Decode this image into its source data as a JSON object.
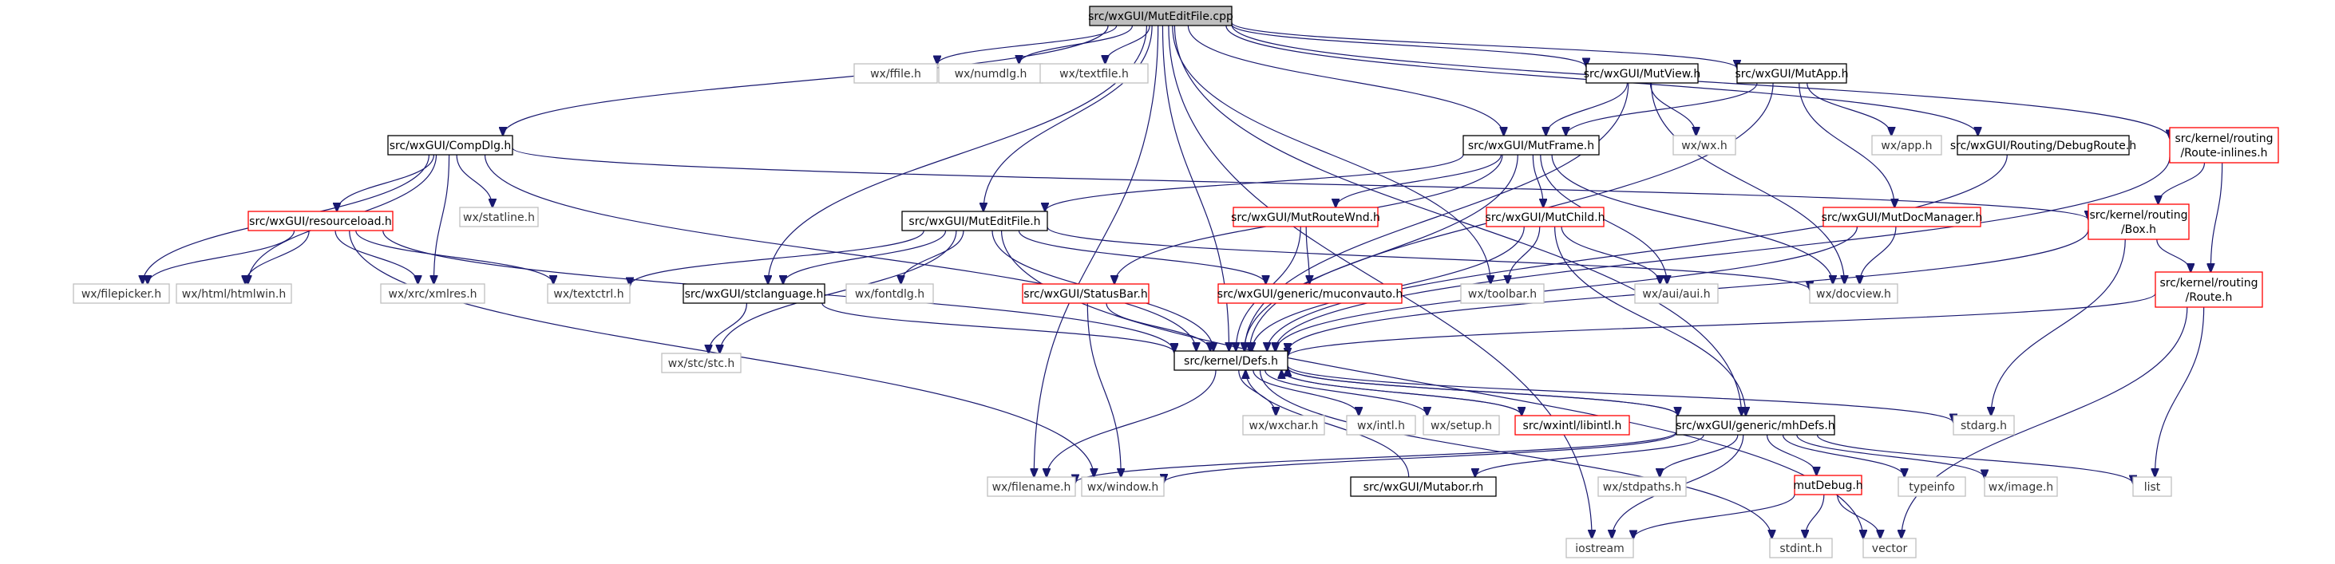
{
  "graph": {
    "nodes": [
      {
        "id": "root",
        "label": "src/wxGUI/MutEditFile.cpp",
        "kind": "focus"
      },
      {
        "id": "ffile",
        "label": "wx/ffile.h",
        "kind": "ext"
      },
      {
        "id": "numdlg",
        "label": "wx/numdlg.h",
        "kind": "ext"
      },
      {
        "id": "textfile",
        "label": "wx/textfile.h",
        "kind": "ext"
      },
      {
        "id": "mutview",
        "label": "src/wxGUI/MutView.h",
        "kind": "doc"
      },
      {
        "id": "mutapp",
        "label": "src/wxGUI/MutApp.h",
        "kind": "doc"
      },
      {
        "id": "compdlg",
        "label": "src/wxGUI/CompDlg.h",
        "kind": "doc"
      },
      {
        "id": "wxh",
        "label": "wx/wx.h",
        "kind": "ext"
      },
      {
        "id": "apph",
        "label": "wx/app.h",
        "kind": "ext"
      },
      {
        "id": "debugroute",
        "label": "src/wxGUI/Routing/DebugRoute.h",
        "kind": "doc"
      },
      {
        "id": "routeinl",
        "label": [
          "src/kernel/routing",
          "/Route-inlines.h"
        ],
        "kind": "undoc"
      },
      {
        "id": "mutframe",
        "label": "src/wxGUI/MutFrame.h",
        "kind": "doc"
      },
      {
        "id": "statline",
        "label": "wx/statline.h",
        "kind": "ext"
      },
      {
        "id": "resourceload",
        "label": "src/wxGUI/resourceload.h",
        "kind": "undoc"
      },
      {
        "id": "mutrouteWnd",
        "label": "src/wxGUI/MutRouteWnd.h",
        "kind": "undoc"
      },
      {
        "id": "mutchild",
        "label": "src/wxGUI/MutChild.h",
        "kind": "undoc"
      },
      {
        "id": "mutdocmgr",
        "label": "src/wxGUI/MutDocManager.h",
        "kind": "undoc"
      },
      {
        "id": "boxh",
        "label": [
          "src/kernel/routing",
          "/Box.h"
        ],
        "kind": "undoc"
      },
      {
        "id": "muteditfileh",
        "label": "src/wxGUI/MutEditFile.h",
        "kind": "doc"
      },
      {
        "id": "filepicker",
        "label": "wx/filepicker.h",
        "kind": "ext"
      },
      {
        "id": "htmlwin",
        "label": "wx/html/htmlwin.h",
        "kind": "ext"
      },
      {
        "id": "xmlres",
        "label": "wx/xrc/xmlres.h",
        "kind": "ext"
      },
      {
        "id": "textctrl",
        "label": "wx/textctrl.h",
        "kind": "ext"
      },
      {
        "id": "stclanguage",
        "label": "src/wxGUI/stclanguage.h",
        "kind": "doc"
      },
      {
        "id": "fontdlg",
        "label": "wx/fontdlg.h",
        "kind": "ext"
      },
      {
        "id": "statusbar",
        "label": "src/wxGUI/StatusBar.h",
        "kind": "undoc"
      },
      {
        "id": "muconvauto",
        "label": "src/wxGUI/generic/muconvauto.h",
        "kind": "undoc"
      },
      {
        "id": "toolbar",
        "label": "wx/toolbar.h",
        "kind": "ext"
      },
      {
        "id": "auih",
        "label": "wx/aui/aui.h",
        "kind": "ext"
      },
      {
        "id": "docview",
        "label": "wx/docview.h",
        "kind": "ext"
      },
      {
        "id": "routeh",
        "label": [
          "src/kernel/routing",
          "/Route.h"
        ],
        "kind": "undoc"
      },
      {
        "id": "stch",
        "label": "wx/stc/stc.h",
        "kind": "ext"
      },
      {
        "id": "defsh",
        "label": "src/kernel/Defs.h",
        "kind": "doc"
      },
      {
        "id": "wxchar",
        "label": "wx/wxchar.h",
        "kind": "ext"
      },
      {
        "id": "intl",
        "label": "wx/intl.h",
        "kind": "ext"
      },
      {
        "id": "setup",
        "label": "wx/setup.h",
        "kind": "ext"
      },
      {
        "id": "libintl",
        "label": "src/wxintl/libintl.h",
        "kind": "undoc"
      },
      {
        "id": "mhdefs",
        "label": "src/wxGUI/generic/mhDefs.h",
        "kind": "doc"
      },
      {
        "id": "stdarg",
        "label": "stdarg.h",
        "kind": "ext"
      },
      {
        "id": "filename",
        "label": "wx/filename.h",
        "kind": "ext"
      },
      {
        "id": "window",
        "label": "wx/window.h",
        "kind": "ext"
      },
      {
        "id": "mutaborrh",
        "label": "src/wxGUI/Mutabor.rh",
        "kind": "doc"
      },
      {
        "id": "stdpaths",
        "label": "wx/stdpaths.h",
        "kind": "ext"
      },
      {
        "id": "mutdebug",
        "label": "mutDebug.h",
        "kind": "undoc"
      },
      {
        "id": "typeinfo",
        "label": "typeinfo",
        "kind": "ext"
      },
      {
        "id": "image",
        "label": "wx/image.h",
        "kind": "ext"
      },
      {
        "id": "list",
        "label": "list",
        "kind": "ext"
      },
      {
        "id": "iostream",
        "label": "iostream",
        "kind": "ext"
      },
      {
        "id": "stdint",
        "label": "stdint.h",
        "kind": "ext"
      },
      {
        "id": "vector",
        "label": "vector",
        "kind": "ext"
      }
    ]
  },
  "colors": {
    "focus_fill": "#bfbfbf",
    "documented_border": "#000000",
    "undocumented_border": "#ff0000",
    "external_border": "#bfbfbf",
    "edge": "#191970"
  }
}
